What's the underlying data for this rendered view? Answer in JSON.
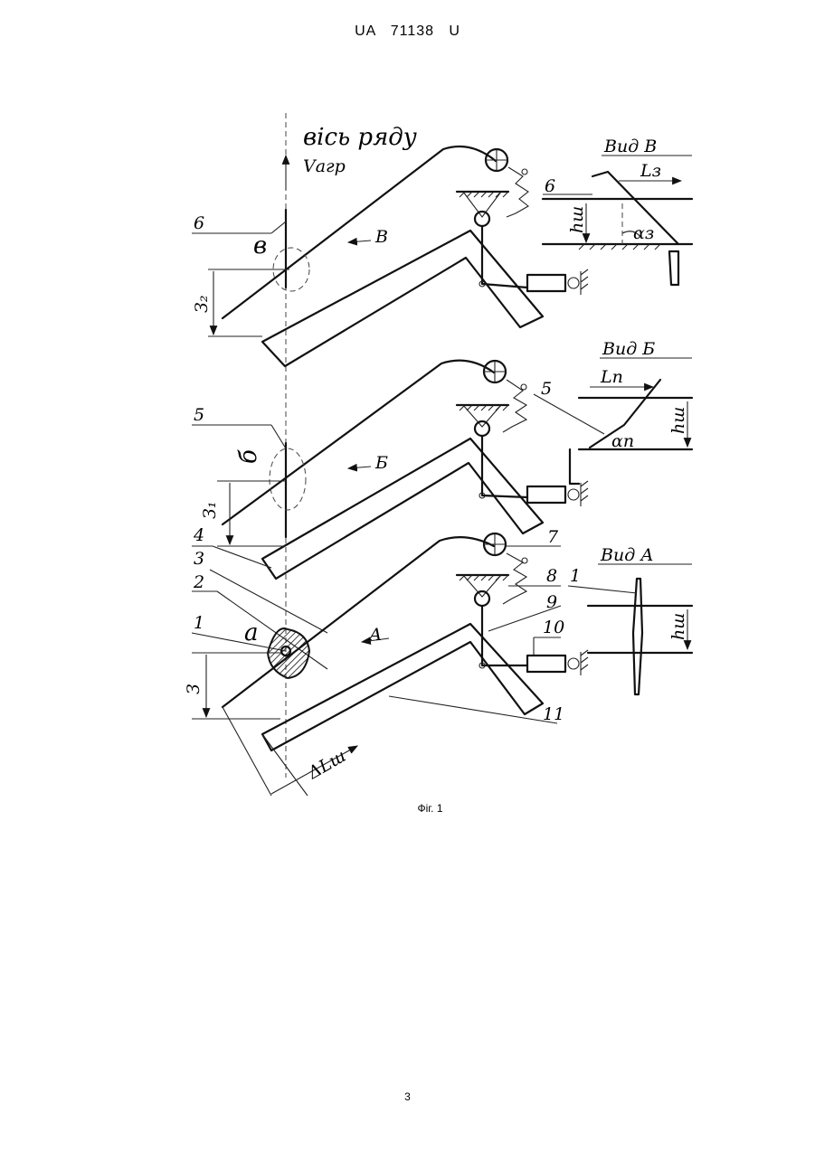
{
  "header": {
    "doc_number": "UA   71138   U"
  },
  "figure": {
    "caption": "Фіг. 1",
    "top_text": {
      "axis_label": "вісь ряду",
      "velocity_label": "Vагр"
    },
    "panel_letters": {
      "top": "в",
      "middle": "б",
      "bottom": "а"
    },
    "arrow_labels": {
      "top": "В",
      "middle": "Б",
      "bottom": "А"
    },
    "dimension_labels": {
      "top": "З₂",
      "middle": "З₁",
      "bottom": "З",
      "shift": "ΔLш"
    },
    "part_numbers": [
      "6",
      "5",
      "4",
      "3",
      "2",
      "1",
      "7",
      "1",
      "8",
      "9",
      "10",
      "11",
      "6",
      "5"
    ],
    "views": [
      {
        "title": "Вид В",
        "length_label": "Lз",
        "height_label": "hш",
        "angle_label": "αз",
        "part": "6"
      },
      {
        "title": "Вид Б",
        "length_label": "Lп",
        "height_label": "hш",
        "angle_label": "αп",
        "part": "5"
      },
      {
        "title": "Вид А",
        "height_label": "hш",
        "part": "1"
      }
    ]
  },
  "page_number": "3"
}
